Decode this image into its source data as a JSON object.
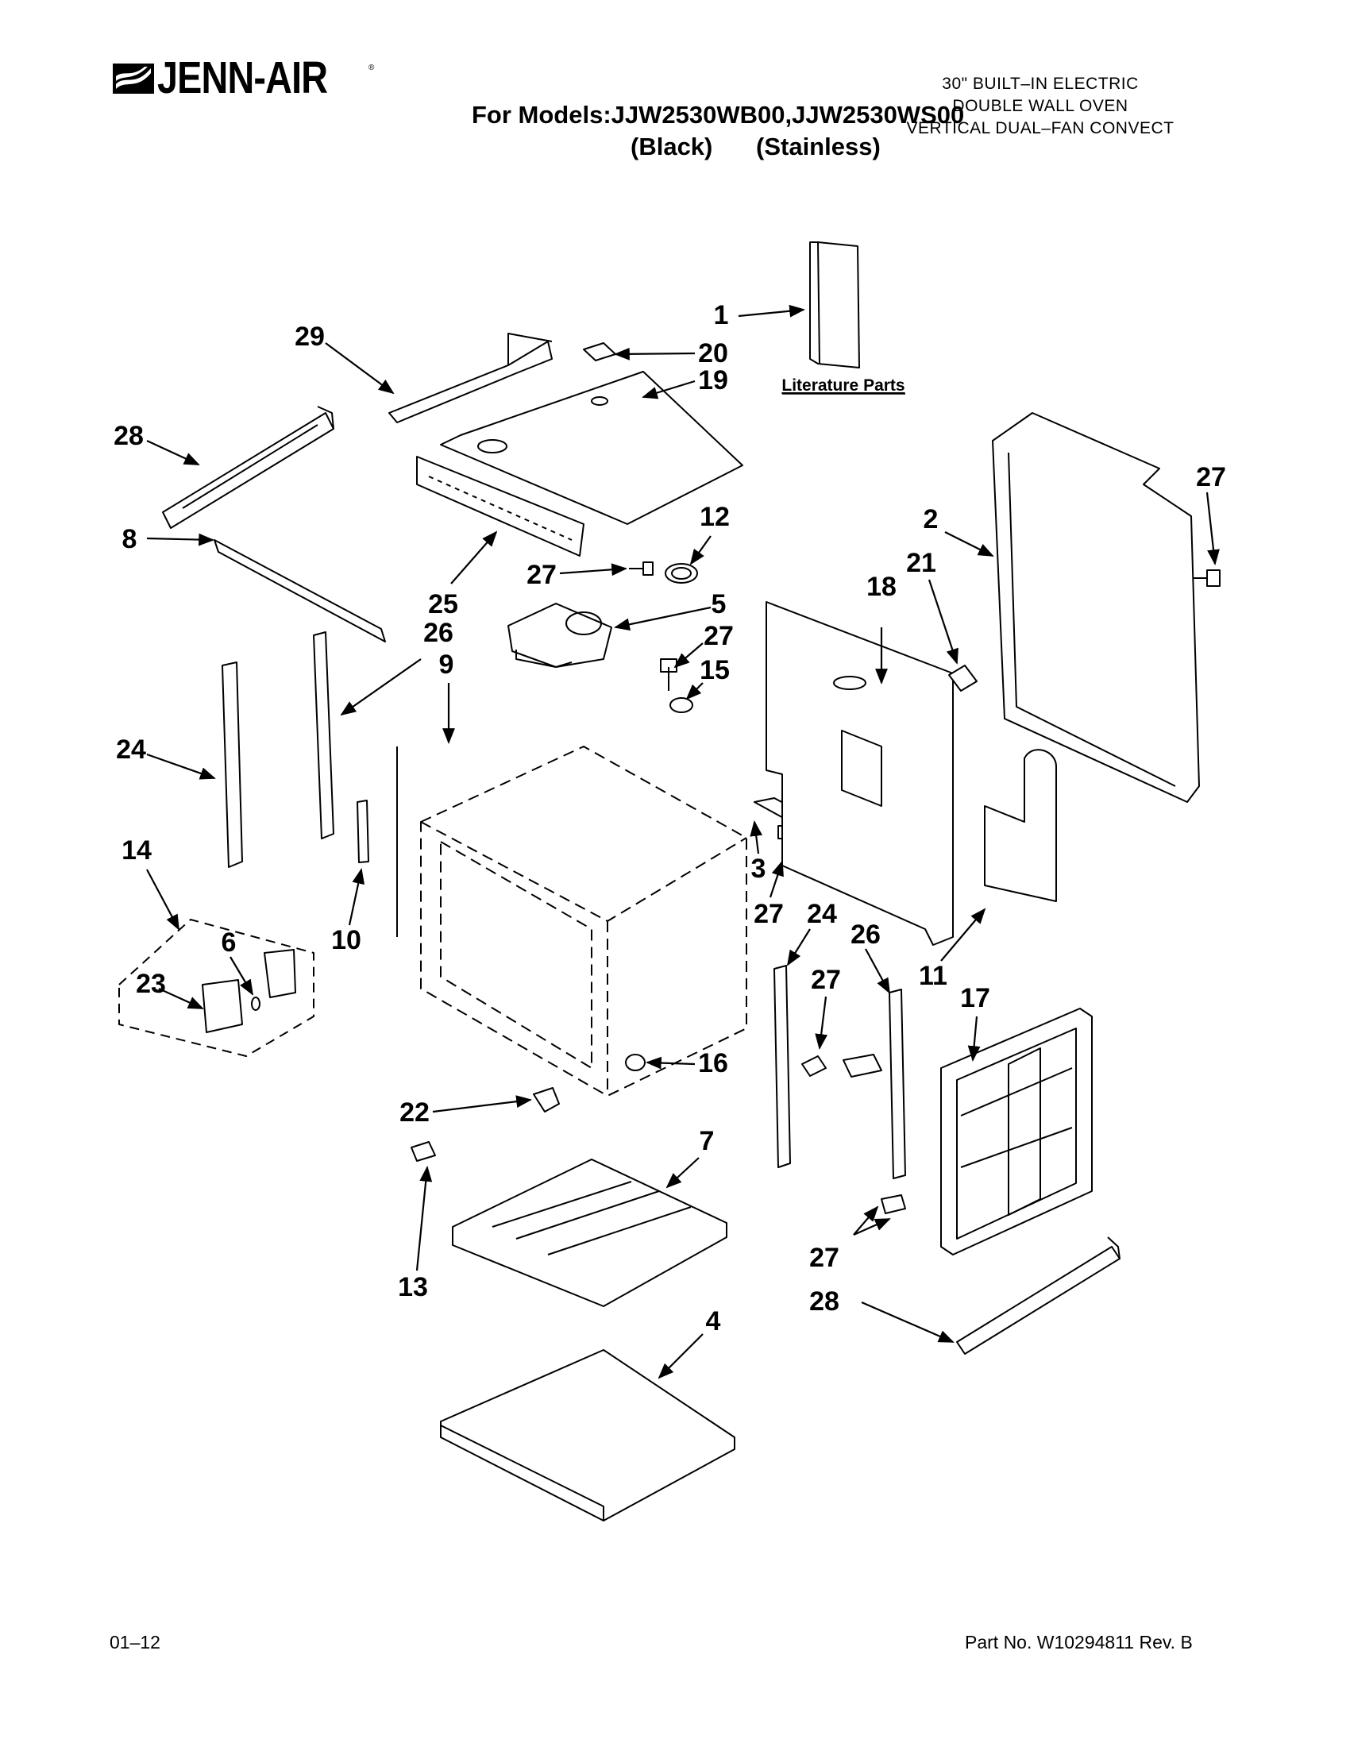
{
  "brand": {
    "name": "JENN-AIR",
    "registered": "®"
  },
  "header": {
    "models_line": "For Models:JJW2530WB00,JJW2530WS00",
    "finish_black": "(Black)",
    "finish_stainless": "(Stainless)",
    "product_lines": [
      "30\" BUILT–IN ELECTRIC",
      "DOUBLE WALL OVEN",
      "VERTICAL DUAL–FAN CONVECT"
    ]
  },
  "literature_label": "Literature Parts",
  "callouts": [
    {
      "id": "c1",
      "label": "1"
    },
    {
      "id": "c2",
      "label": "2"
    },
    {
      "id": "c3",
      "label": "3"
    },
    {
      "id": "c4",
      "label": "4"
    },
    {
      "id": "c5",
      "label": "5"
    },
    {
      "id": "c6",
      "label": "6"
    },
    {
      "id": "c7",
      "label": "7"
    },
    {
      "id": "c8",
      "label": "8"
    },
    {
      "id": "c9",
      "label": "9"
    },
    {
      "id": "c10",
      "label": "10"
    },
    {
      "id": "c11",
      "label": "11"
    },
    {
      "id": "c12",
      "label": "12"
    },
    {
      "id": "c13",
      "label": "13"
    },
    {
      "id": "c14",
      "label": "14"
    },
    {
      "id": "c15",
      "label": "15"
    },
    {
      "id": "c16",
      "label": "16"
    },
    {
      "id": "c17",
      "label": "17"
    },
    {
      "id": "c18",
      "label": "18"
    },
    {
      "id": "c19",
      "label": "19"
    },
    {
      "id": "c20",
      "label": "20"
    },
    {
      "id": "c21",
      "label": "21"
    },
    {
      "id": "c22",
      "label": "22"
    },
    {
      "id": "c23",
      "label": "23"
    },
    {
      "id": "c24a",
      "label": "24"
    },
    {
      "id": "c24b",
      "label": "24"
    },
    {
      "id": "c25",
      "label": "25"
    },
    {
      "id": "c26a",
      "label": "26"
    },
    {
      "id": "c26b",
      "label": "26"
    },
    {
      "id": "c27a",
      "label": "27"
    },
    {
      "id": "c27b",
      "label": "27"
    },
    {
      "id": "c27c",
      "label": "27"
    },
    {
      "id": "c27d",
      "label": "27"
    },
    {
      "id": "c27e",
      "label": "27"
    },
    {
      "id": "c27f",
      "label": "27"
    },
    {
      "id": "c28a",
      "label": "28"
    },
    {
      "id": "c28b",
      "label": "28"
    },
    {
      "id": "c29",
      "label": "29"
    }
  ],
  "footer": {
    "date": "01–12",
    "part_no": "Part No. W10294811 Rev. B"
  }
}
